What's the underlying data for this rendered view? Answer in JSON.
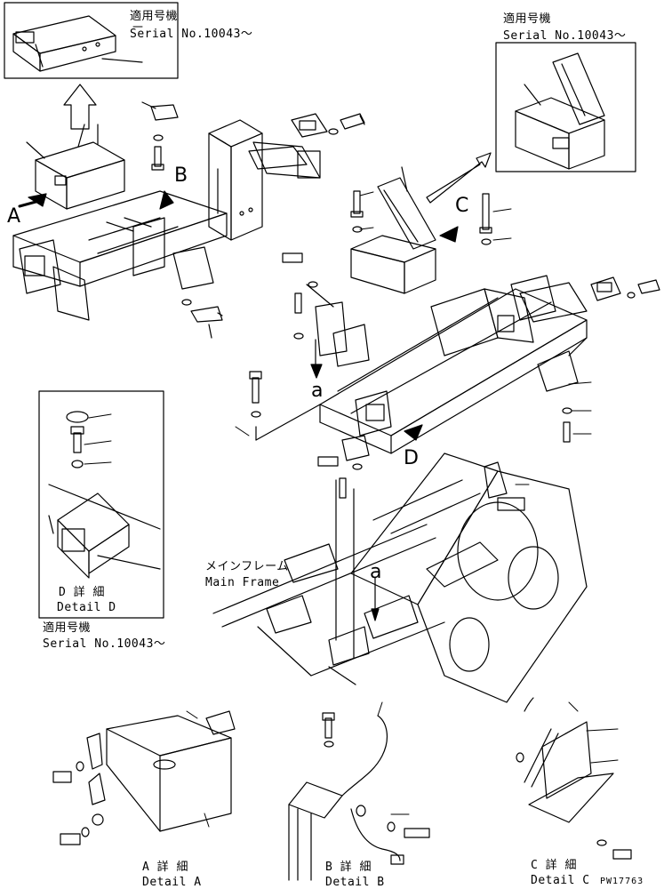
{
  "labels": {
    "serial_top_left_jp": "適用号機",
    "serial_top_left_en": "Serial No.10043〜",
    "serial_top_right_jp": "適用号機",
    "serial_top_right_en": "Serial No.10043〜",
    "serial_mid_left_jp": "適用号機",
    "serial_mid_left_en": "Serial No.10043〜",
    "main_frame_jp": "メインフレーム",
    "main_frame_en": "Main Frame",
    "detail_d_jp": "D 詳 細",
    "detail_d_en": "Detail D",
    "detail_a_jp": "A 詳 細",
    "detail_a_en": "Detail A",
    "detail_b_jp": "B 詳 細",
    "detail_b_en": "Detail B",
    "detail_c_jp": "C 詳 細",
    "detail_c_en": "Detail C",
    "view_a": "A",
    "view_b": "B",
    "view_c": "C",
    "view_d": "D",
    "ref_a_upper": "a",
    "ref_a_lower": "a",
    "drawing_number": "PW17763"
  }
}
